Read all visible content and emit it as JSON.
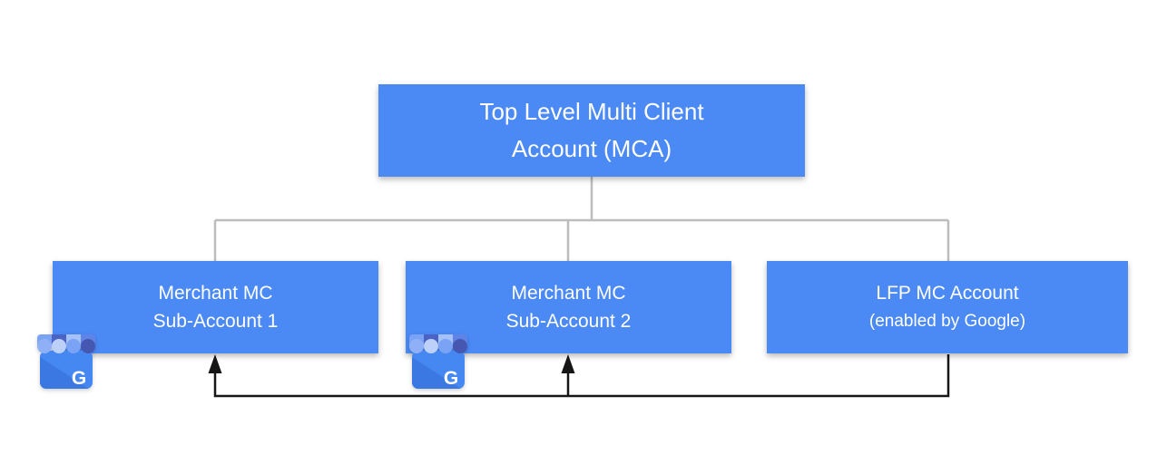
{
  "colors": {
    "canvas_bg": "#ffffff",
    "box_blue": "#4b89f5",
    "box_text": "#ffffff",
    "connector_gray": "#bdbdbd",
    "arrow_black": "#161616",
    "icon_body_blue": "#4688f1",
    "icon_body_shade": "#3c78e2",
    "icon_awning_1": "#7aa3f5",
    "icon_awning_2": "#4b63c5",
    "icon_awning_3": "#a6c1f8",
    "icon_awning_4": "#5f83e6",
    "icon_scallop_1": "#8fb0f6",
    "icon_scallop_2": "#bdd0fa",
    "icon_scallop_3": "#7aa3f5",
    "icon_scallop_4": "#4557b0",
    "icon_letter_color": "#ffffff"
  },
  "nodes": {
    "root": {
      "line1": "Top Level Multi Client",
      "line2": "Account (MCA)"
    },
    "children": [
      {
        "line1": "Merchant MC",
        "line2": "Sub-Account 1"
      },
      {
        "line1": "Merchant MC",
        "line2": "Sub-Account 2"
      },
      {
        "line1": "LFP MC Account",
        "line2": "(enabled by Google)"
      }
    ]
  },
  "icons": {
    "business_letter": "G"
  }
}
